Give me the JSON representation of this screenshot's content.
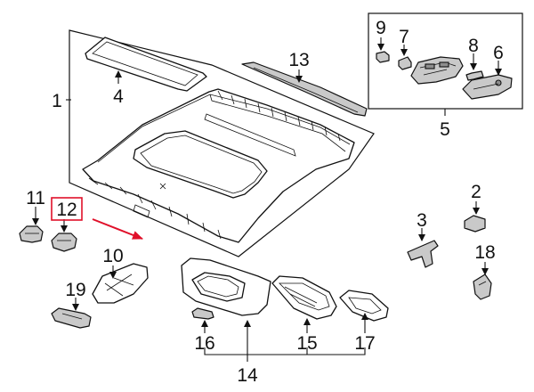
{
  "callouts": {
    "c1": "1",
    "c2": "2",
    "c3": "3",
    "c4": "4",
    "c5": "5",
    "c6": "6",
    "c7": "7",
    "c8": "8",
    "c9": "9",
    "c10": "10",
    "c11": "11",
    "c12": "12",
    "c13": "13",
    "c14": "14",
    "c15": "15",
    "c16": "16",
    "c17": "17",
    "c18": "18",
    "c19": "19"
  },
  "highlight": {
    "part": "12",
    "color": "#e0102a"
  },
  "colors": {
    "line": "#111111",
    "background": "#ffffff",
    "shade": "#c9c9c9"
  }
}
